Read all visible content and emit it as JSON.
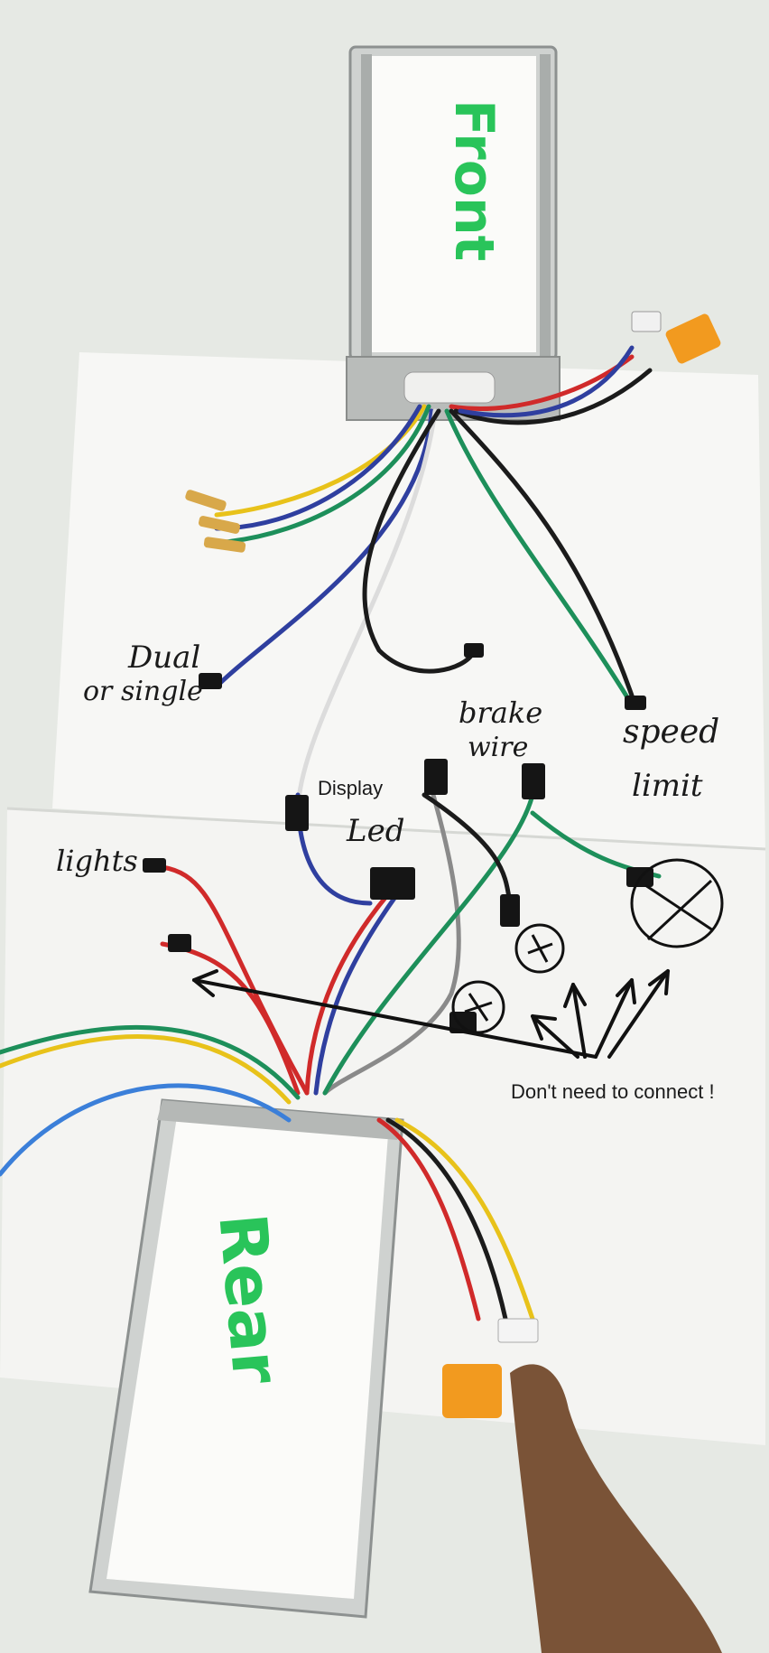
{
  "labels": {
    "front": "Front",
    "rear": "Rear",
    "dual_or_single_line1": "Dual",
    "dual_or_single_line2": "or single",
    "brake_line1": "brake",
    "brake_line2": "wire",
    "speed_line1": "speed",
    "speed_line2": "limit",
    "display": "Display",
    "led": "Led",
    "lights": "lights",
    "dont_connect": "Don't need to connect !"
  },
  "colors": {
    "paper": "#f7f7f5",
    "table": "#e9ece7",
    "marker_green": "#29c45a",
    "wire_blue": "#2f3f9f",
    "wire_green": "#1d8f5a",
    "wire_yellow": "#e8c21a",
    "wire_red": "#d02a2a",
    "wire_black": "#1b1b1b",
    "wire_white": "#dcdcdc",
    "wire_gray": "#8a8a8a",
    "connector_orange": "#f29a1f"
  }
}
